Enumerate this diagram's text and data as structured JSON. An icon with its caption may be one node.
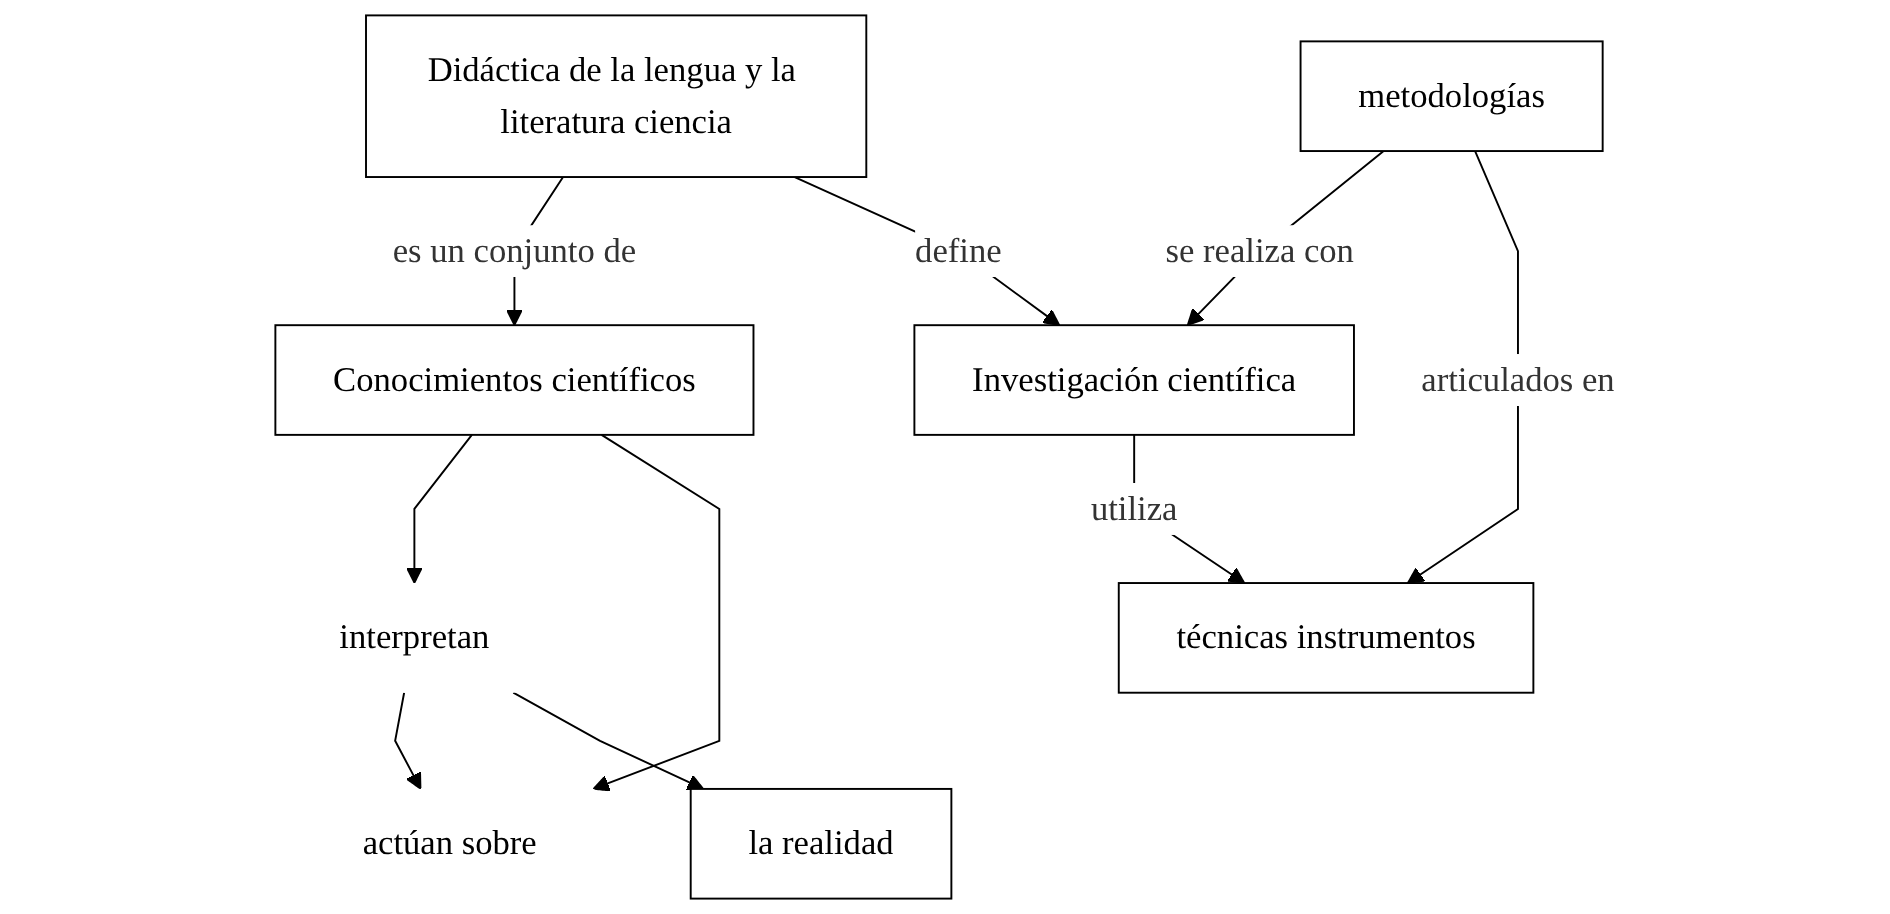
{
  "diagram": {
    "nodes": [
      {
        "text": [
          "Didáctica de la lengua y la literatura ciencia"
        ]
      },
      {
        "text": [
          "Conocimientos científicos"
        ]
      },
      {
        "text": [
          "Investigación científica"
        ]
      },
      {
        "text": [
          "interpretan"
        ]
      },
      {
        "text": [
          "actúan sobre"
        ]
      },
      {
        "text": [
          "la realidad"
        ]
      },
      {
        "text": [
          "metodologías"
        ]
      },
      {
        "text": [
          "técnicas instrumentos"
        ]
      }
    ],
    "edges": [
      {
        "from": 0,
        "to": 1,
        "arrow": "to",
        "label": "es un conjunto de"
      },
      {
        "from": 0,
        "to": 2,
        "arrow": "to",
        "label": "define"
      },
      {
        "from": 1,
        "to": 3,
        "arrow": "to"
      },
      {
        "from": 1,
        "to": 4,
        "arrow": "to"
      },
      {
        "from": 3,
        "to": 4,
        "arrow": "to"
      },
      {
        "from": 3,
        "to": 5,
        "arrow": "to"
      },
      {
        "from": 6,
        "to": 2,
        "arrow": "to",
        "label": "se realiza con"
      },
      {
        "from": 2,
        "to": 7,
        "arrow": "to",
        "label": "utiliza"
      },
      {
        "from": 6,
        "to": 7,
        "arrow": "to",
        "label": "articulados en"
      }
    ]
  }
}
